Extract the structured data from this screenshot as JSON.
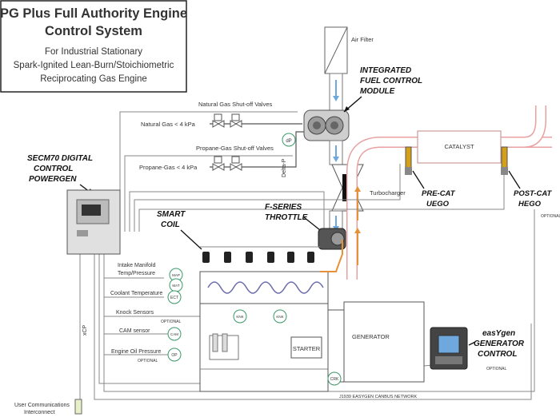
{
  "title": {
    "line1": "PG Plus Full Authority Engine",
    "line2": "Control System",
    "sub1": "For Industrial Stationary",
    "sub2": "Spark-Ignited Lean-Burn/Stoichiometric",
    "sub3": "Reciprocating Gas Engine"
  },
  "labels": {
    "air_filter": "Air Filter",
    "ifcm_1": "INTEGRATED",
    "ifcm_2": "FUEL CONTROL",
    "ifcm_3": "MODULE",
    "ng_valves": "Natural Gas Shut-off Valves",
    "ng": "Natural Gas < 4 kPa",
    "pg_valves": "Propane-Gas Shut-off Valves",
    "pg": "Propane-Gas < 4 kPa",
    "delta_p": "Delta-P",
    "dp_sensor": "dP",
    "secm_1": "SECM70 DIGITAL",
    "secm_2": "CONTROL",
    "secm_3": "POWERGEN",
    "throttle_1": "F-SERIES",
    "throttle_2": "THROTTLE",
    "coil_1": "SMART",
    "coil_2": "COIL",
    "turbo": "Turbocharger",
    "catalyst": "CATALYST",
    "precat_1": "PRE-CAT",
    "precat_2": "UEGO",
    "postcat_1": "POST-CAT",
    "postcat_2": "HEGO",
    "optional": "OPTIONAL",
    "imap_1": "Intake Manifold",
    "imap_2": "Temp/Pressure",
    "map": "MAP",
    "mat": "MAT",
    "coolant": "Coolant Temperature",
    "ect": "ECT",
    "knock": "Knock Sensors",
    "knk": "KNK",
    "cam": "CAM sensor",
    "cam_s": "CAM",
    "oil": "Engine Oil Pressure",
    "op": "OP",
    "starter": "STARTER",
    "generator": "GENERATOR",
    "crk": "CRK",
    "easygen_1": "easYgen",
    "easygen_2": "GENERATOR",
    "easygen_3": "CONTROL",
    "canbus": "J1939 EASYGEN CANBUS NETWORK",
    "xcp": "xCP",
    "user_1": "User Communications",
    "user_2": "Interconnect"
  },
  "colors": {
    "fuel_red": "#c0392b",
    "exhaust_pink": "#e8a0a0",
    "sensor_green": "#3a9a6a",
    "flow_blue": "#6fa8dc",
    "flow_orange": "#e69138"
  }
}
